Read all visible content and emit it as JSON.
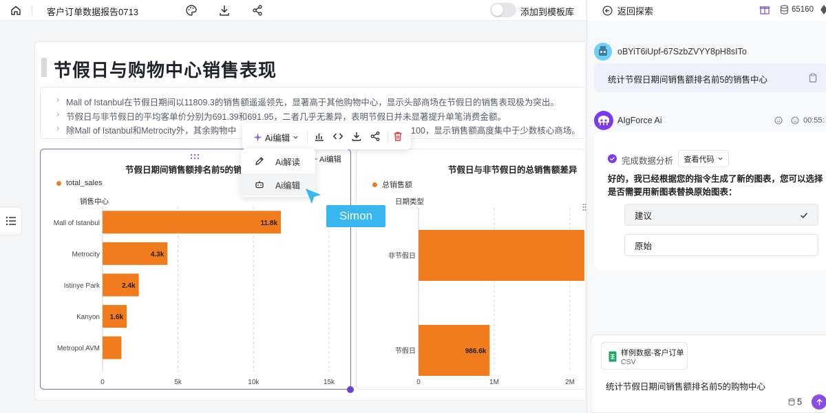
{
  "topbar": {
    "report_title": "客户订单数据报告0713",
    "template_toggle_label": "添加到模板库",
    "toggle_on": false
  },
  "report": {
    "title": "节假日与购物中心销售表现",
    "summary": [
      "Mall of Istanbul在节假日期间以11809.3的销售额遥遥领先，显著高于其他购物中心，显示头部商场在节假日的销售表现极为突出。",
      "节假日与非节假日的平均客单价分别为691.39和691.95，二者几乎无差异，表明节假日并未显著提升单笔消费金额。",
      "除Mall of Istanbul和Metrocity外，其余购物中",
      "100，显示销售额高度集中于少数核心商场。"
    ]
  },
  "toolbar": {
    "ai_edit_label": "Ai编辑",
    "dropdown": [
      {
        "label": "Ai解读",
        "icon": "pen-icon"
      },
      {
        "label": "Ai编辑",
        "icon": "robot-icon"
      }
    ],
    "hover_label": "Ai编辑"
  },
  "cursor_user": "Simon",
  "charts": {
    "left": {
      "title": "节假日期间销售额排名前5的销",
      "legend": "total_sales",
      "ylabel": "销售中心",
      "xticks": [
        "0",
        "5k",
        "10k",
        "15k"
      ]
    },
    "right": {
      "title": "节假日与非节假日的总销售额差异",
      "legend": "总销售额",
      "ylabel": "日期类型",
      "xticks": [
        "0",
        "1M",
        "2M"
      ]
    }
  },
  "chart_data": [
    {
      "type": "bar",
      "orientation": "horizontal",
      "title": "节假日期间销售额排名前5的销",
      "ylabel": "销售中心",
      "categories": [
        "Mall of Istanbul",
        "Metrocity",
        "Istinye Park",
        "Kanyon",
        "Metropol AVM"
      ],
      "series": [
        {
          "name": "total_sales",
          "values": [
            11809.3,
            4300,
            2400,
            1600,
            1250
          ]
        }
      ],
      "data_labels": [
        "11.8k",
        "4.3k",
        "2.4k",
        "1.6k",
        ""
      ],
      "xlim": [
        0,
        15000
      ],
      "grid": true,
      "legend": "top-left",
      "color": "#f07c1e"
    },
    {
      "type": "bar",
      "orientation": "horizontal",
      "title": "节假日与非节假日的总销售额差异",
      "ylabel": "日期类型",
      "categories": [
        "非节假日",
        "节假日"
      ],
      "series": [
        {
          "name": "总销售额",
          "values": [
            2300000,
            986600
          ]
        }
      ],
      "data_labels": [
        "",
        "986.6k"
      ],
      "xlim": [
        0,
        2100000
      ],
      "grid": true,
      "legend": "top-left",
      "color": "#f07c1e"
    }
  ],
  "panel": {
    "back_label": "返回探索",
    "credits": "65160",
    "user_name": "oBYiT6iUpf-67SzbZVYY8pH8sITo",
    "user_message": "统计节假日期间销售额排名前5的销售中心",
    "ai_name": "AIgForce Ai",
    "ai_time": "00:55:",
    "status_label": "完成数据分析",
    "view_code_label": "查看代码",
    "reply": "好的，我已经根据您的指令生成了新的图表，您可以选择是否需要用新图表替换原始图表：",
    "options": [
      {
        "label": "建议",
        "selected": true
      },
      {
        "label": "原始",
        "selected": false
      }
    ],
    "file_name": "样例数据-客户订单",
    "file_type": "CSV",
    "composer_text": "统计节假日期间销售额排名前5的购物中心",
    "attach_count": "5"
  },
  "colors": {
    "accent": "#8a63d2",
    "bar": "#f07c1e",
    "cursor": "#38b6ef"
  }
}
